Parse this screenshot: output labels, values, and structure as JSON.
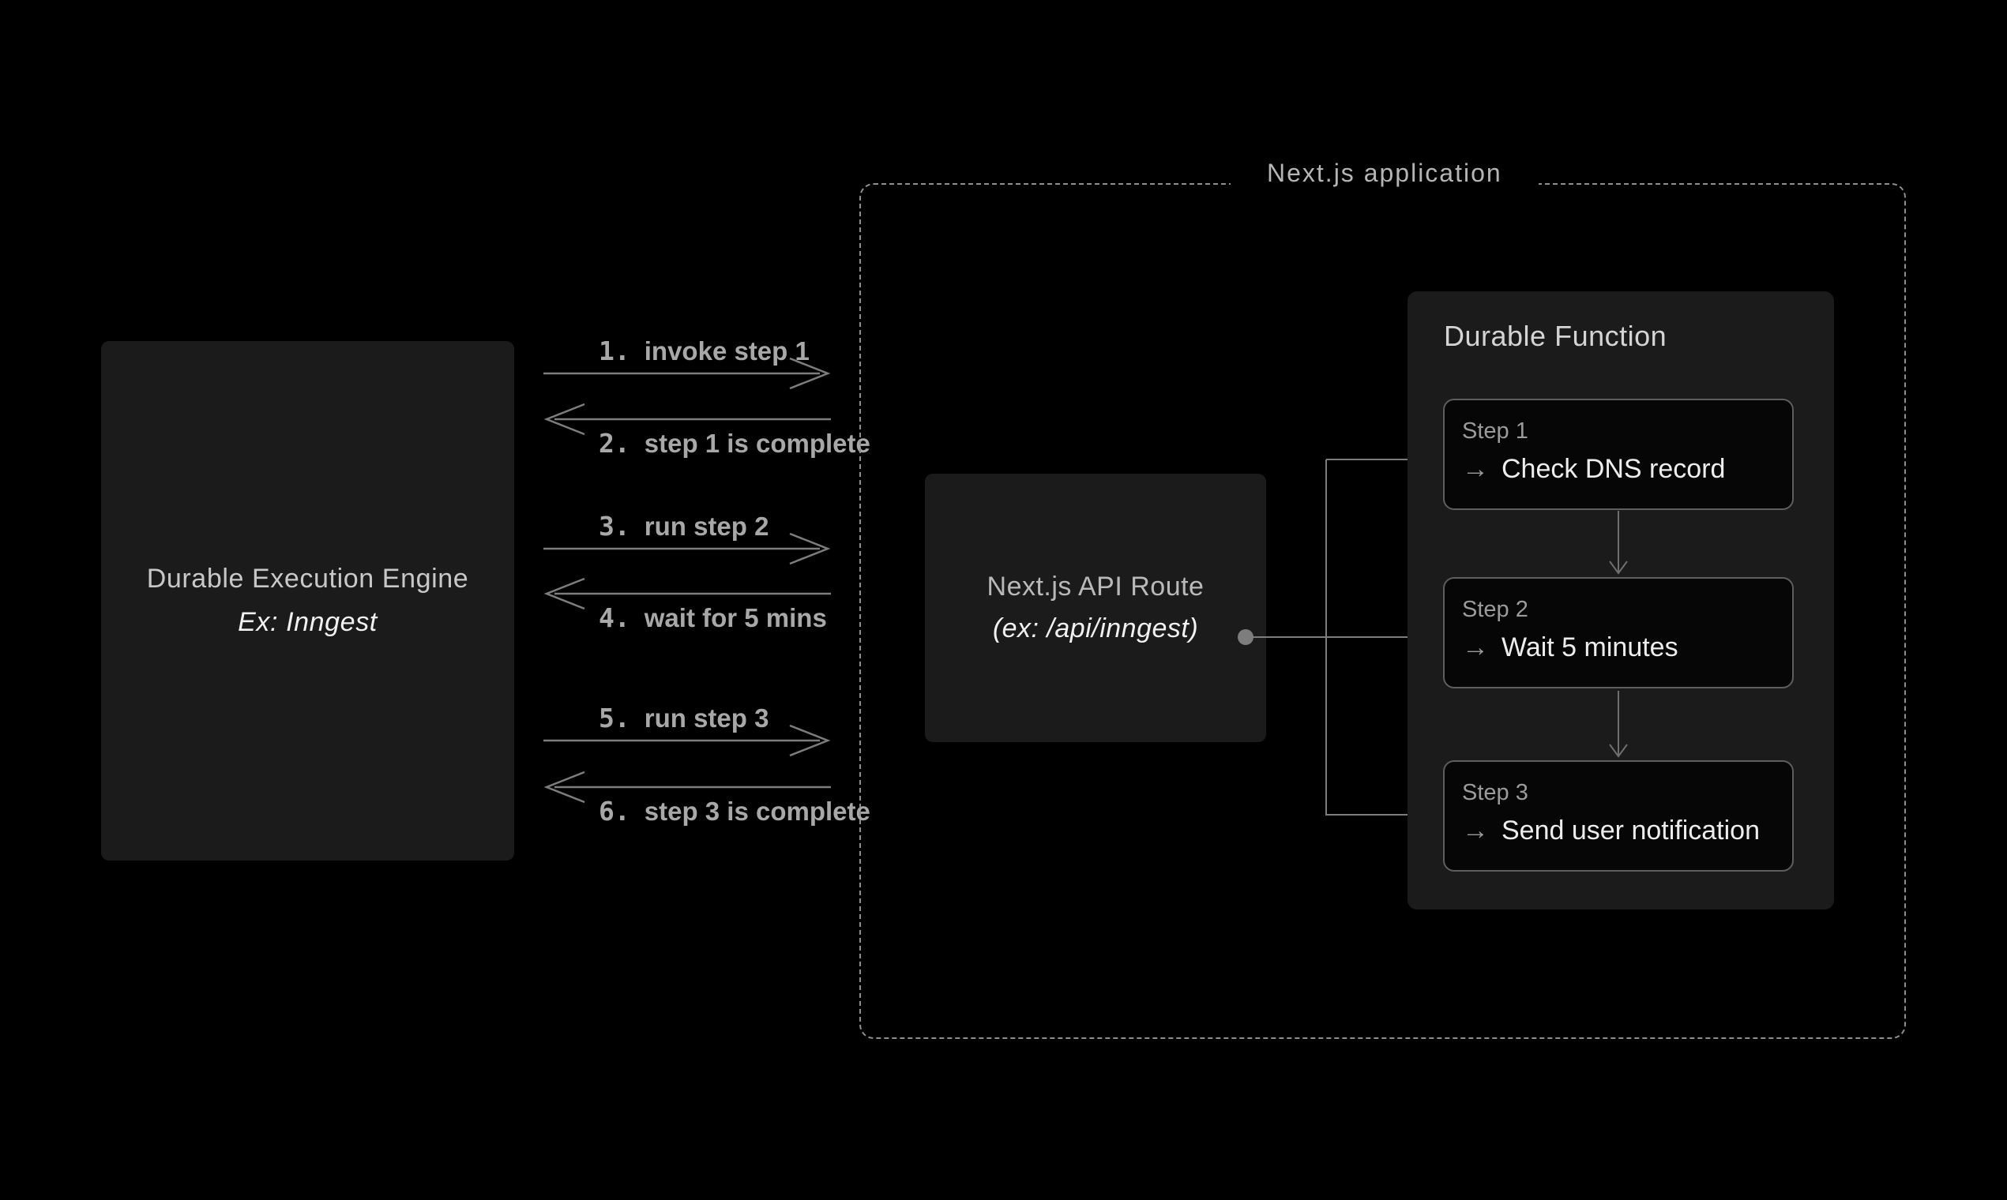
{
  "engine_box": {
    "title": "Durable Execution Engine",
    "subtitle": "Ex: Inngest"
  },
  "sequence": {
    "messages": [
      {
        "number": "1.",
        "text": "invoke step 1",
        "direction": "right"
      },
      {
        "number": "2.",
        "text": "step 1 is complete",
        "direction": "left"
      },
      {
        "number": "3.",
        "text": "run step 2",
        "direction": "right"
      },
      {
        "number": "4.",
        "text": "wait for 5 mins",
        "direction": "left"
      },
      {
        "number": "5.",
        "text": "run step 3",
        "direction": "right"
      },
      {
        "number": "6.",
        "text": "step 3 is complete",
        "direction": "left"
      }
    ]
  },
  "nextjs_app": {
    "label": "Next.js application",
    "api_route": {
      "title": "Next.js API Route",
      "subtitle": "(ex: /api/inngest)"
    },
    "durable_function": {
      "title": "Durable Function",
      "steps": [
        {
          "label": "Step 1",
          "arrow": "→",
          "text": "Check DNS record"
        },
        {
          "label": "Step 2",
          "arrow": "→",
          "text": "Wait 5 minutes"
        },
        {
          "label": "Step 3",
          "arrow": "→",
          "text": "Send user notification"
        }
      ]
    }
  },
  "colors": {
    "background": "#000000",
    "box_fill": "#1b1b1b",
    "step_fill": "#060606",
    "step_border": "#5e5e5e",
    "line_gray": "#7d7d7d",
    "dashed_border": "#8f8f8f",
    "text_gray": "#a8a8a8",
    "text_white": "#f1f1f1"
  }
}
